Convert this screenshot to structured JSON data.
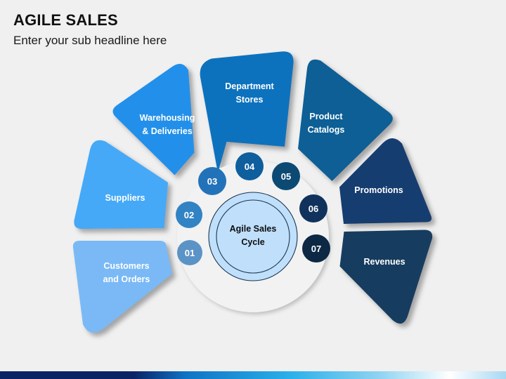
{
  "slide": {
    "background_color": "#f0f0f0",
    "title": "AGILE SALES",
    "subtitle": "Enter your sub headline here"
  },
  "diagram": {
    "type": "fan-cycle-diagram",
    "hub": {
      "label_line1": "Agile Sales",
      "label_line2": "Cycle",
      "fill_color": "#bfdffb",
      "ring_color": "#f2f2f2"
    },
    "petals": [
      {
        "index": 1,
        "label_line1": "Customers",
        "label_line2": "and Orders",
        "color": "#7ab9f5",
        "number": "01"
      },
      {
        "index": 2,
        "label_line1": "Suppliers",
        "label_line2": "",
        "color": "#44a9f7",
        "number": "02"
      },
      {
        "index": 3,
        "label_line1": "Warehousing",
        "label_line2": "& Deliveries",
        "color": "#2490ea",
        "number": "03"
      },
      {
        "index": 4,
        "label_line1": "Department",
        "label_line2": "Stores",
        "color": "#0d72bd",
        "number": "04"
      },
      {
        "index": 5,
        "label_line1": "Product",
        "label_line2": "Catalogs",
        "color": "#0a5e96",
        "number": "05"
      },
      {
        "index": 6,
        "label_line1": "Promotions",
        "label_line2": "",
        "color": "#123c70",
        "number": "06"
      },
      {
        "index": 7,
        "label_line1": "Revenues",
        "label_line2": "",
        "color": "#123e5e",
        "number": "07"
      }
    ],
    "numbers": [
      {
        "text": "01",
        "color": "#5b93c6"
      },
      {
        "text": "02",
        "color": "#3183c4"
      },
      {
        "text": "03",
        "color": "#2272b9"
      },
      {
        "text": "04",
        "color": "#0f5e9e"
      },
      {
        "text": "05",
        "color": "#0c4a73"
      },
      {
        "text": "06",
        "color": "#10325c"
      },
      {
        "text": "07",
        "color": "#0d2845"
      }
    ]
  },
  "footer": {
    "segments": [
      {
        "name": "navy",
        "color": "#0b2265"
      },
      {
        "name": "blue",
        "color": "#0f73c4"
      },
      {
        "name": "cyan",
        "color": "#2ab0ea"
      },
      {
        "name": "pale",
        "color": "#ffffff"
      },
      {
        "name": "light-blue",
        "color": "#a8d8f2"
      }
    ]
  }
}
